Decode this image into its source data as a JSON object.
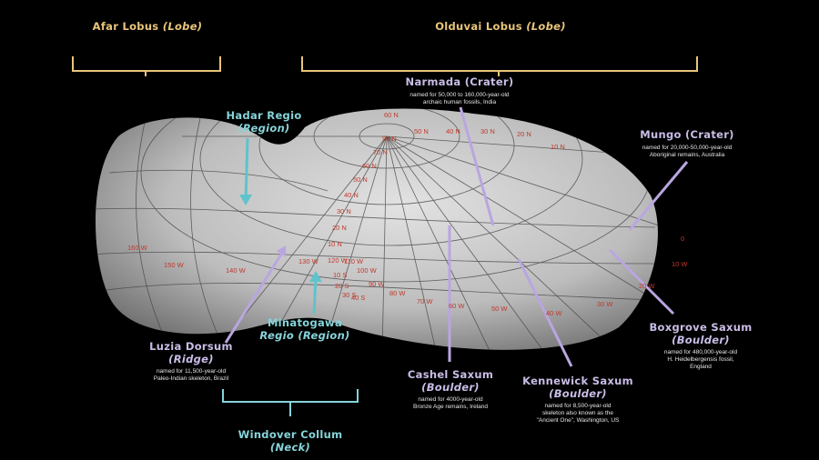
{
  "title_lobes": {
    "afar": {
      "name": "Afar Lobus",
      "type": "(Lobe)"
    },
    "olduvai": {
      "name": "Olduvai Lobus",
      "type": "(Lobe)"
    }
  },
  "features": {
    "hadar": {
      "name": "Hadar Regio",
      "type": "(Region)"
    },
    "minatogawa": {
      "name": "Minatogawa",
      "type": "Regio (Region)"
    },
    "windover": {
      "name": "Windover Collum",
      "type": "(Neck)"
    },
    "narmada": {
      "name": "Narmada (Crater)",
      "note1": "named for 50,000 to 160,000-year-old",
      "note2": "archaic human fossils, India"
    },
    "mungo": {
      "name": "Mungo (Crater)",
      "note1": "named for 20,000-50,000-year-old",
      "note2": "Aboriginal remains, Australia"
    },
    "luzia": {
      "name": "Luzia Dorsum",
      "type": "(Ridge)",
      "note1": "named for 11,500-year-old",
      "note2": "Paleo-Indian skeleton, Brazil"
    },
    "cashel": {
      "name": "Cashel Saxum",
      "type": "(Boulder)",
      "note1": "named for 4000-year-old",
      "note2": "Bronze Age remains, Ireland"
    },
    "kennewick": {
      "name": "Kennewick Saxum",
      "type": "(Boulder)",
      "note1": "named for 8,500-year-old",
      "note2": "skeleton also known as the",
      "note3": "\"Ancient One\", Washington, US"
    },
    "boxgrove": {
      "name": "Boxgrove Saxum",
      "type": "(Boulder)",
      "note1": "named for 480,000-year-old",
      "note2": "H. Heidelbergensis fossil,",
      "note3": "England"
    }
  },
  "grid_labels": [
    "90 N",
    "70 N",
    "60 N",
    "50 N",
    "40 N",
    "30 N",
    "20 N",
    "10 N",
    "60 N",
    "50 N",
    "40 N",
    "30 N",
    "20 N",
    "10 N",
    "10 S",
    "20 S",
    "30 S",
    "40 S",
    "160 W",
    "150 W",
    "140 W",
    "130 W",
    "120 W",
    "110 W",
    "100 W",
    "90 W",
    "80 W",
    "70 W",
    "60 W",
    "50 W",
    "40 W",
    "30 W",
    "20 W",
    "10 W",
    "0"
  ],
  "colors": {
    "lobe": "#e9c57a",
    "feature": "#c9bde6",
    "region": "#86d4da",
    "grid_label": "#c0392b"
  }
}
